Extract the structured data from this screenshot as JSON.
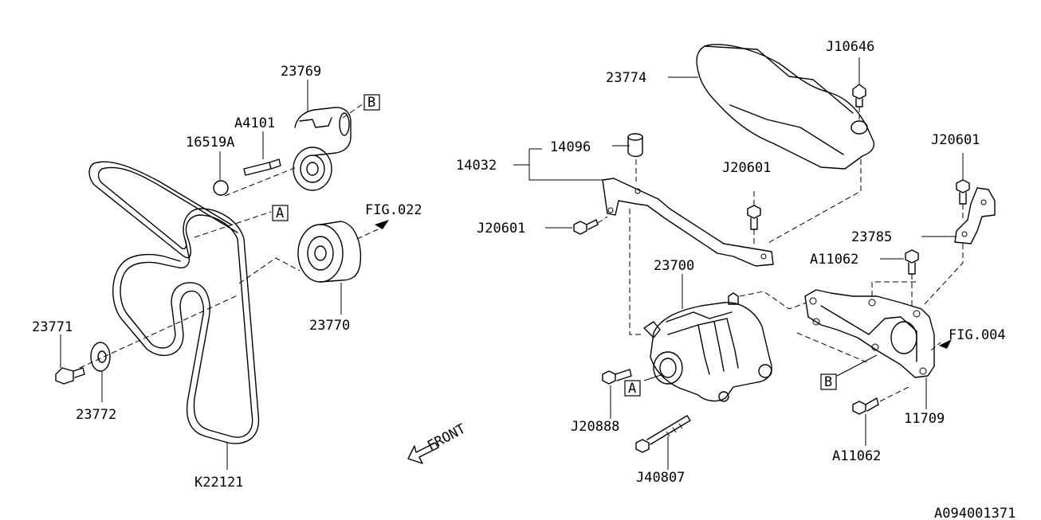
{
  "labels": {
    "p23769": "23769",
    "pB_tensioner": "B",
    "pA4101": "A4101",
    "p16519A": "16519A",
    "pA_left": "A",
    "fig022": "FIG.022",
    "p23771": "23771",
    "p23772": "23772",
    "p23770": "23770",
    "pK22121": "K22121",
    "front": "FRONT",
    "p23774": "23774",
    "pJ10646": "J10646",
    "p14096": "14096",
    "p14032": "14032",
    "pJ20601_mid": "J20601",
    "pJ20601_left": "J20601",
    "pJ20601_right": "J20601",
    "p23785": "23785",
    "pA11062_top": "A11062",
    "p23700": "23700",
    "fig004": "FIG.004",
    "pA_mid": "A",
    "pB_mid": "B",
    "pJ20888": "J20888",
    "p11709": "11709",
    "pA11062_bot": "A11062",
    "pJ40807": "J40807",
    "drawing_id": "A094001371"
  }
}
